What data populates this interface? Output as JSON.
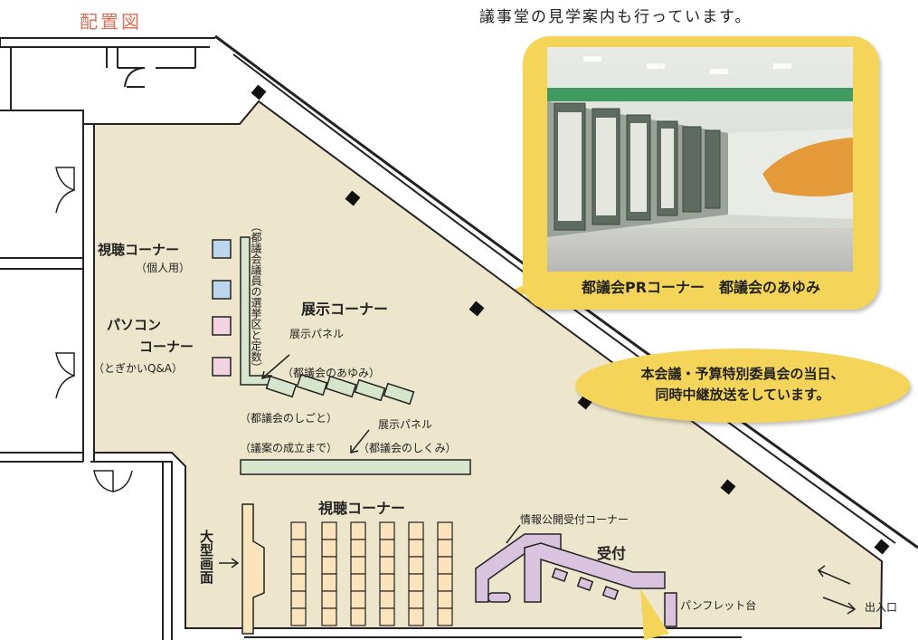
{
  "header": {
    "title": "配置図",
    "top_text": "議事堂の見学案内も行っています。"
  },
  "photo_caption": "都議会PRコーナー　都議会のあゆみ",
  "broadcast_note": [
    "本会議・予算特別委員会の当日、",
    "同時中継放送をしています。"
  ],
  "labels": {
    "viewing_personal": "視聴コーナー",
    "viewing_personal_sub": "（個人用）",
    "pc_line1": "パソコン",
    "pc_line2": "コーナー",
    "pc_sub": "（とぎかいQ&A）",
    "members_vertical": "（都議会議員の選挙区と定数）",
    "exhibition_corner": "展示コーナー",
    "panel_1": "展示パネル",
    "history": "（都議会のあゆみ）",
    "work": "（都議会のしごと）",
    "panel_2": "展示パネル",
    "bill": "（議案の成立まで）",
    "structure": "（都議会のしくみ）",
    "viewing_main": "視聴コーナー",
    "large_screen": "大型画面",
    "info_disclosure": "情報公開受付コーナー",
    "reception": "受付",
    "pamphlet": "パンフレット台",
    "exit": "出入口"
  },
  "colors": {
    "floor": "#ede6cc",
    "panel_green": "#d6e6cc",
    "booth_blue": "#bcd7ec",
    "booth_pink": "#f2d3e0",
    "screen": "#fbe3bb",
    "reception_purple": "#d9c3de",
    "bubble_yellow": "#f4d55a",
    "title_red": "#d9705a"
  }
}
